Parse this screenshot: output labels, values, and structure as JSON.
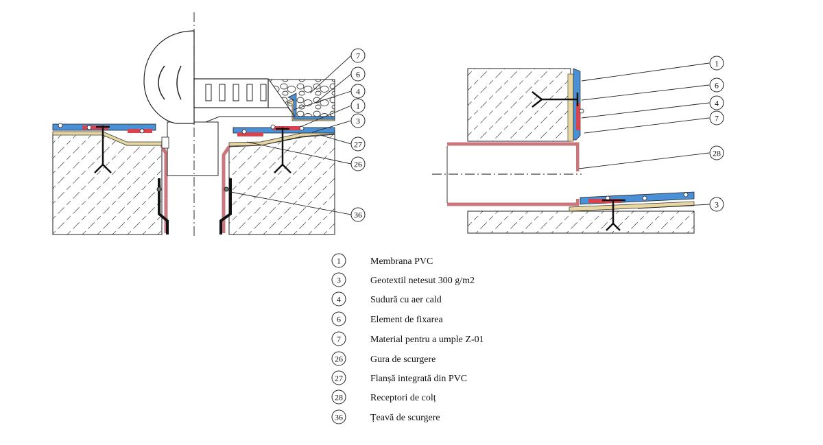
{
  "callouts": {
    "left": [
      "7",
      "6",
      "4",
      "1",
      "3",
      "27",
      "26",
      "36"
    ],
    "right": [
      "1",
      "6",
      "4",
      "7",
      "28",
      "3"
    ]
  },
  "legend": [
    {
      "num": "1",
      "label": "Membrana PVC"
    },
    {
      "num": "3",
      "label": "Geotextil netesut 300 g/m2"
    },
    {
      "num": "4",
      "label": "Sudură cu aer cald"
    },
    {
      "num": "6",
      "label": "Element de fixarea"
    },
    {
      "num": "7",
      "label": "Material pentru a umple Z-01"
    },
    {
      "num": "26",
      "label": "Gura de scurgere"
    },
    {
      "num": "27",
      "label": "Flanșă integrată din PVC"
    },
    {
      "num": "28",
      "label": "Receptori de colț"
    },
    {
      "num": "36",
      "label": "Țeavă de scurgere"
    }
  ],
  "colors": {
    "membrane": "#4a90d6",
    "weld": "#d9434e",
    "pipe": "#c9767c",
    "geotextile": "#e8d7a0",
    "line": "#222222"
  }
}
